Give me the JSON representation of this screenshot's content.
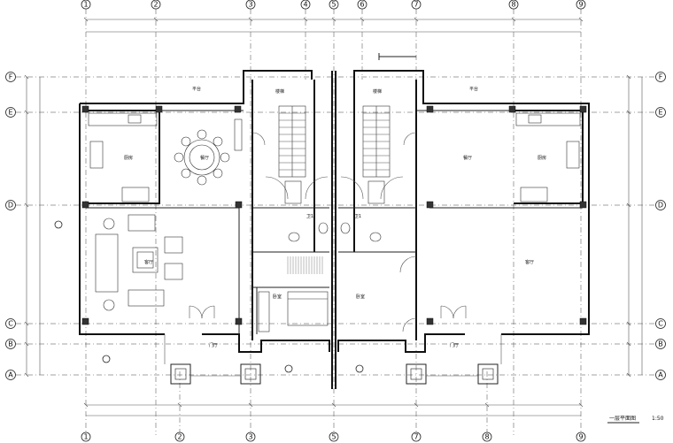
{
  "axes_top": [
    "1",
    "2",
    "3",
    "4",
    "5",
    "6",
    "7",
    "8",
    "9"
  ],
  "axes_bottom": [
    "1",
    "2",
    "3",
    "5",
    "7",
    "8",
    "9"
  ],
  "axes_left": [
    "F",
    "E",
    "D",
    "C",
    "B",
    "A"
  ],
  "axes_right": [
    "F",
    "E",
    "D",
    "C",
    "B",
    "A"
  ],
  "rooms": {
    "terrace_left": "平台",
    "terrace_right": "平台",
    "kitchen_left": "厨房",
    "kitchen_right": "厨房",
    "dining": "餐厅",
    "living_left": "客厅",
    "living_right": "客厅",
    "stair_left": "楼梯",
    "stair_right": "楼梯",
    "wc_left": "卫1",
    "wc_right": "卫1",
    "bedroom_left": "卧室",
    "bedroom_right": "卧室",
    "door_left": "门厅",
    "door_right": "门厅",
    "restaurant_right": "餐厅"
  },
  "drawing_title": "一层平面图",
  "scale": "1:50"
}
